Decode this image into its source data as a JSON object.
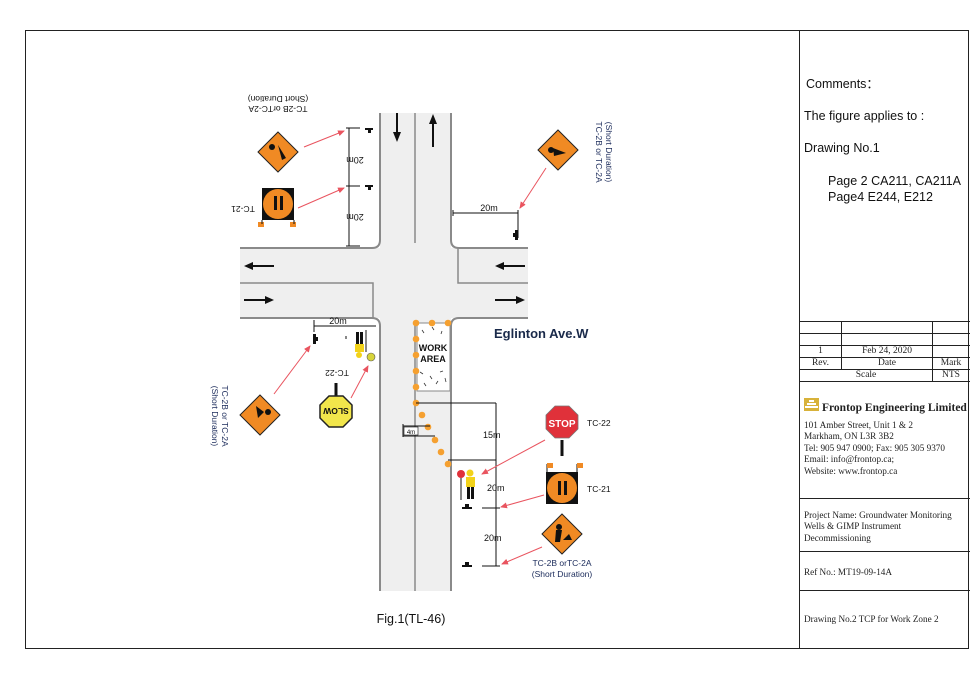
{
  "comments": {
    "heading": "Comments：",
    "applies_to": "The figure applies to :",
    "drawing_ref": "Drawing No.1",
    "page_lines": [
      "Page 2 CA211, CA211A",
      "Page4  E244, E212"
    ]
  },
  "revision_table": {
    "empty_rows": 2,
    "rev_value": "1",
    "date_value": "Feb 24, 2020",
    "mark_value": "",
    "headers": {
      "rev": "Rev.",
      "date": "Date",
      "mark": "Mark"
    },
    "scale_label": "Scale",
    "scale_value": "NTS"
  },
  "company": {
    "logo_icon": "building-logo-icon",
    "name": "Frontop Engineering Limited",
    "address_line1": "101 Amber Street, Unit 1 & 2",
    "address_line2": "Markham, ON L3R 3B2",
    "phone_fax": "Tel: 905 947 0900; Fax: 905 305 9370",
    "email": "Email: info@frontop.ca;",
    "website": "Website: www.frontop.ca"
  },
  "project": {
    "name": "Project Name: Groundwater Monitoring Wells & GIMP Instrument Decommissioning",
    "ref_no": "Ref No.: MT19-09-14A",
    "drawing_title": "Drawing No.2 TCP for Work Zone 2"
  },
  "diagram": {
    "caption": "Fig.1(TL-46)",
    "street_name": "Eglinton Ave.W",
    "work_area_line1": "WORK",
    "work_area_line2": "AREA",
    "colors": {
      "road_fill": "#efefef",
      "road_edge": "#8a8a8a",
      "sign_orange": "#f08a24",
      "cone_orange": "#f5a030",
      "arrow_red": "#e9545f",
      "stop_red": "#e0313a",
      "slow_yellow": "#f2e64b",
      "label_navy": "#1a2a5a"
    },
    "signs": {
      "north_approach": {
        "construction_label_1": "TC-2B orTC-2A",
        "construction_label_2": "(Short Duration)",
        "flagger_ahead_label": "TC-21",
        "spacing_1": "20m",
        "spacing_2": "20m"
      },
      "east_approach": {
        "construction_label_1": "TC-2B or TC-2A",
        "construction_label_2": "(Short Duration)",
        "offset": "20m"
      },
      "west_approach": {
        "construction_label_1": "TC-2B or TC-2A",
        "construction_label_2": "(Short Duration)",
        "slow_label": "TC-22",
        "slow_text": "SLOW",
        "offset": "20m"
      },
      "south_approach": {
        "stop_label": "TC-22",
        "stop_text": "STOP",
        "flagger_ahead_label": "TC-21",
        "construction_label_1": "TC-2B orTC-2A",
        "construction_label_2": "(Short Duration)",
        "taper_length": "15m",
        "lane_width": "4m",
        "spacing_1": "20m",
        "spacing_2": "20m"
      }
    }
  }
}
